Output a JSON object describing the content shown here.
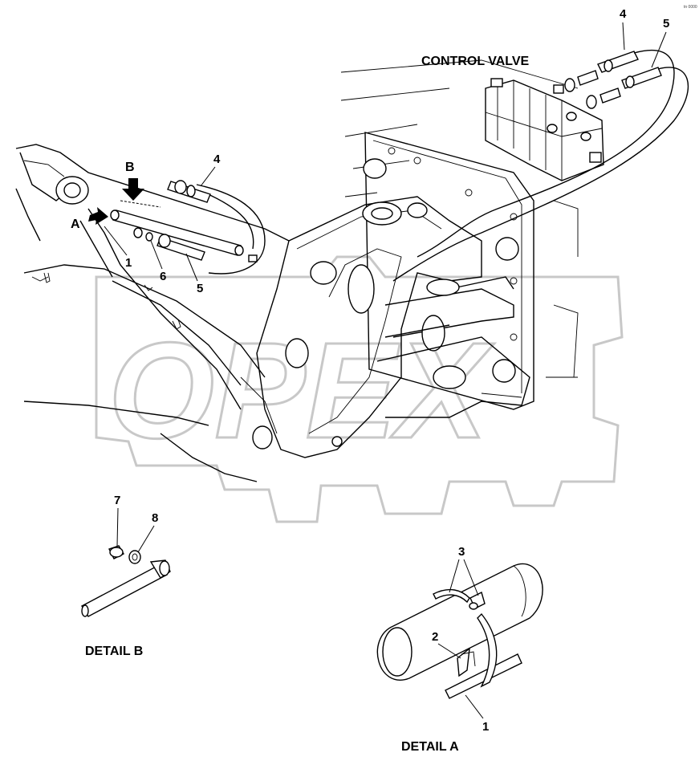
{
  "watermark": {
    "text": "OPEX",
    "color": "#c8c8c8"
  },
  "corner_code": "tn 0000",
  "labels": {
    "control_valve": "CONTROL VALVE",
    "detail_a": "DETAIL A",
    "detail_b": "DETAIL B",
    "view_a": "A",
    "view_b": "B"
  },
  "callouts": {
    "top_4": "4",
    "top_5": "5",
    "main_4": "4",
    "main_1": "1",
    "main_6": "6",
    "main_5": "5",
    "detail_b_7": "7",
    "detail_b_8": "8",
    "detail_a_3": "3",
    "detail_a_2": "2",
    "detail_a_1": "1"
  }
}
